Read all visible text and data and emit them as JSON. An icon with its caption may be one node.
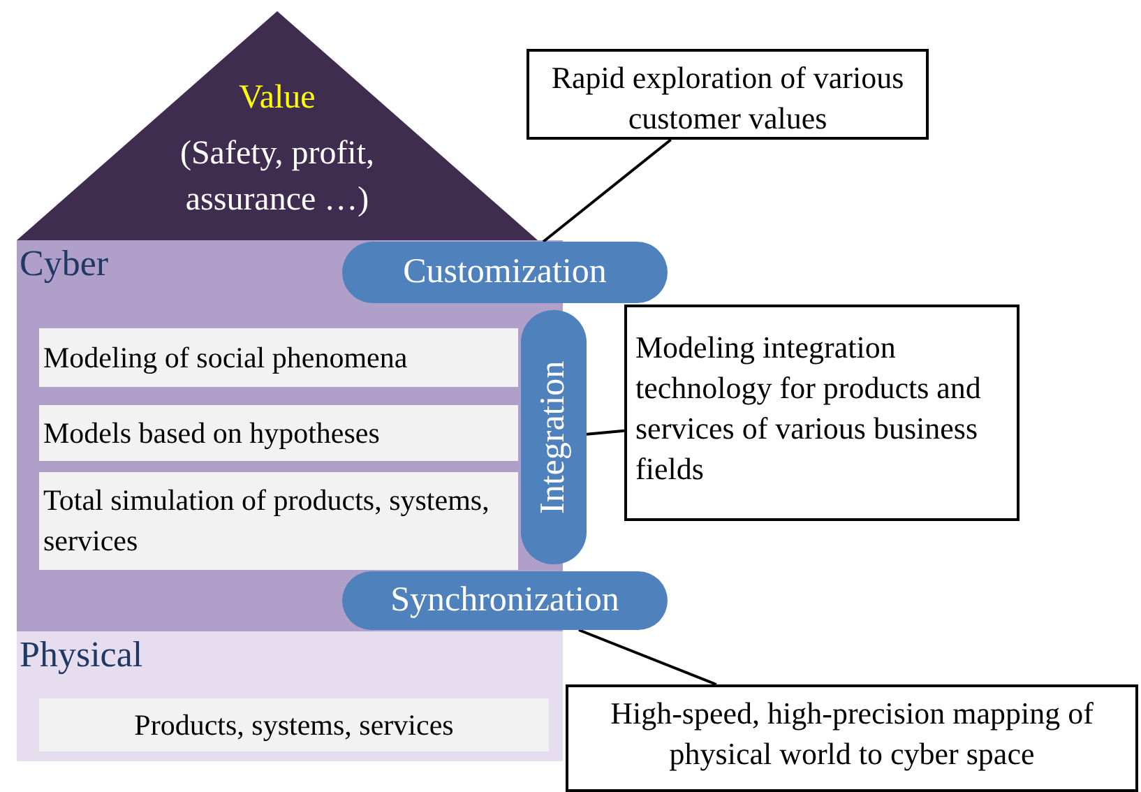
{
  "diagram": {
    "nodes": [
      {
        "text": [
          "Value",
          "(Safety, profit, assurance …)"
        ]
      },
      {
        "text": [
          "Cyber"
        ]
      },
      {
        "text": [
          "Modeling of social phenomena"
        ],
        "in": 1
      },
      {
        "text": [
          "Models based on hypotheses"
        ],
        "in": 1
      },
      {
        "text": [
          "Total simulation of products, systems, services"
        ],
        "in": 1
      },
      {
        "text": [
          "Physical"
        ]
      },
      {
        "text": [
          "Products, systems, services"
        ],
        "in": 5
      },
      {
        "text": [
          "Customization"
        ]
      },
      {
        "text": [
          "Integration"
        ]
      },
      {
        "text": [
          "Synchronization"
        ]
      },
      {
        "text": [
          "Rapid exploration of various customer values"
        ]
      },
      {
        "text": [
          "Modeling integration technology for products and services of various business fields"
        ]
      },
      {
        "text": [
          "High-speed, high-precision mapping of physical world to cyber space"
        ]
      }
    ],
    "edges": [
      {
        "from": 10,
        "to": 7,
        "arrow": "none"
      },
      {
        "from": 11,
        "to": 8,
        "arrow": "none"
      },
      {
        "from": 12,
        "to": 9,
        "arrow": "none"
      }
    ]
  }
}
